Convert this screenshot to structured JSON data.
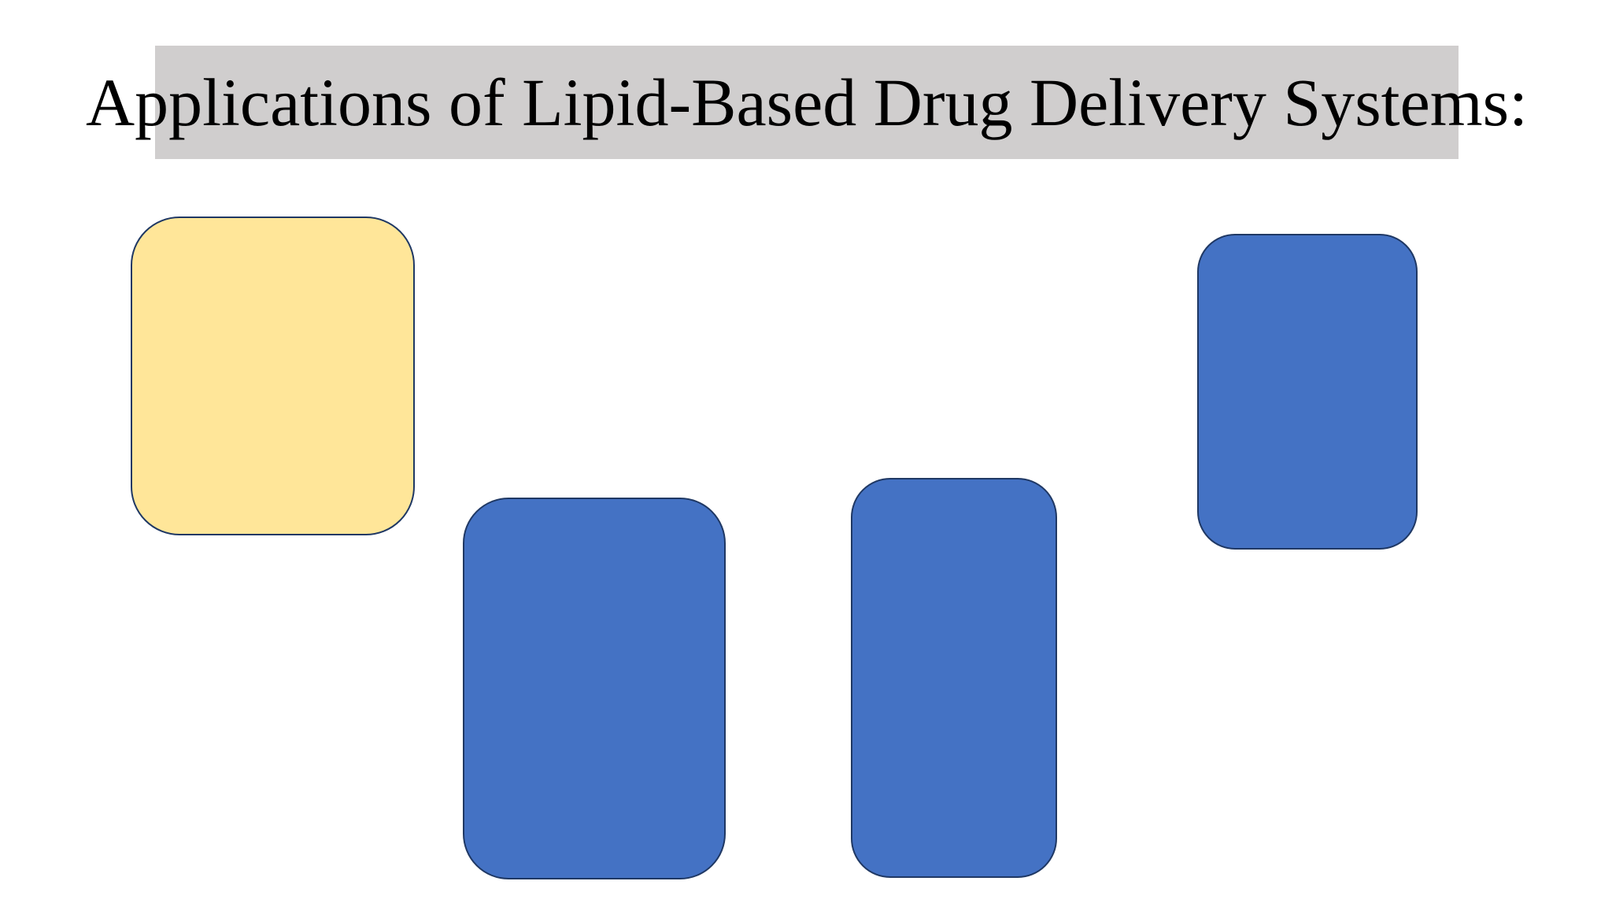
{
  "slide": {
    "title": "Applications of Lipid-Based Drug Delivery Systems:",
    "title_bar_color": "#d0cece",
    "title_text_color": "#000000",
    "background_color": "#ffffff"
  },
  "shapes": [
    {
      "id": "card-yellow",
      "label": "",
      "fill": "#ffe699",
      "border": "#1f3864"
    },
    {
      "id": "card-blue-1",
      "label": "",
      "fill": "#4472c4",
      "border": "#1f3864"
    },
    {
      "id": "card-blue-2",
      "label": "",
      "fill": "#4472c4",
      "border": "#1f3864"
    },
    {
      "id": "card-blue-3",
      "label": "",
      "fill": "#4472c4",
      "border": "#1f3864"
    }
  ]
}
